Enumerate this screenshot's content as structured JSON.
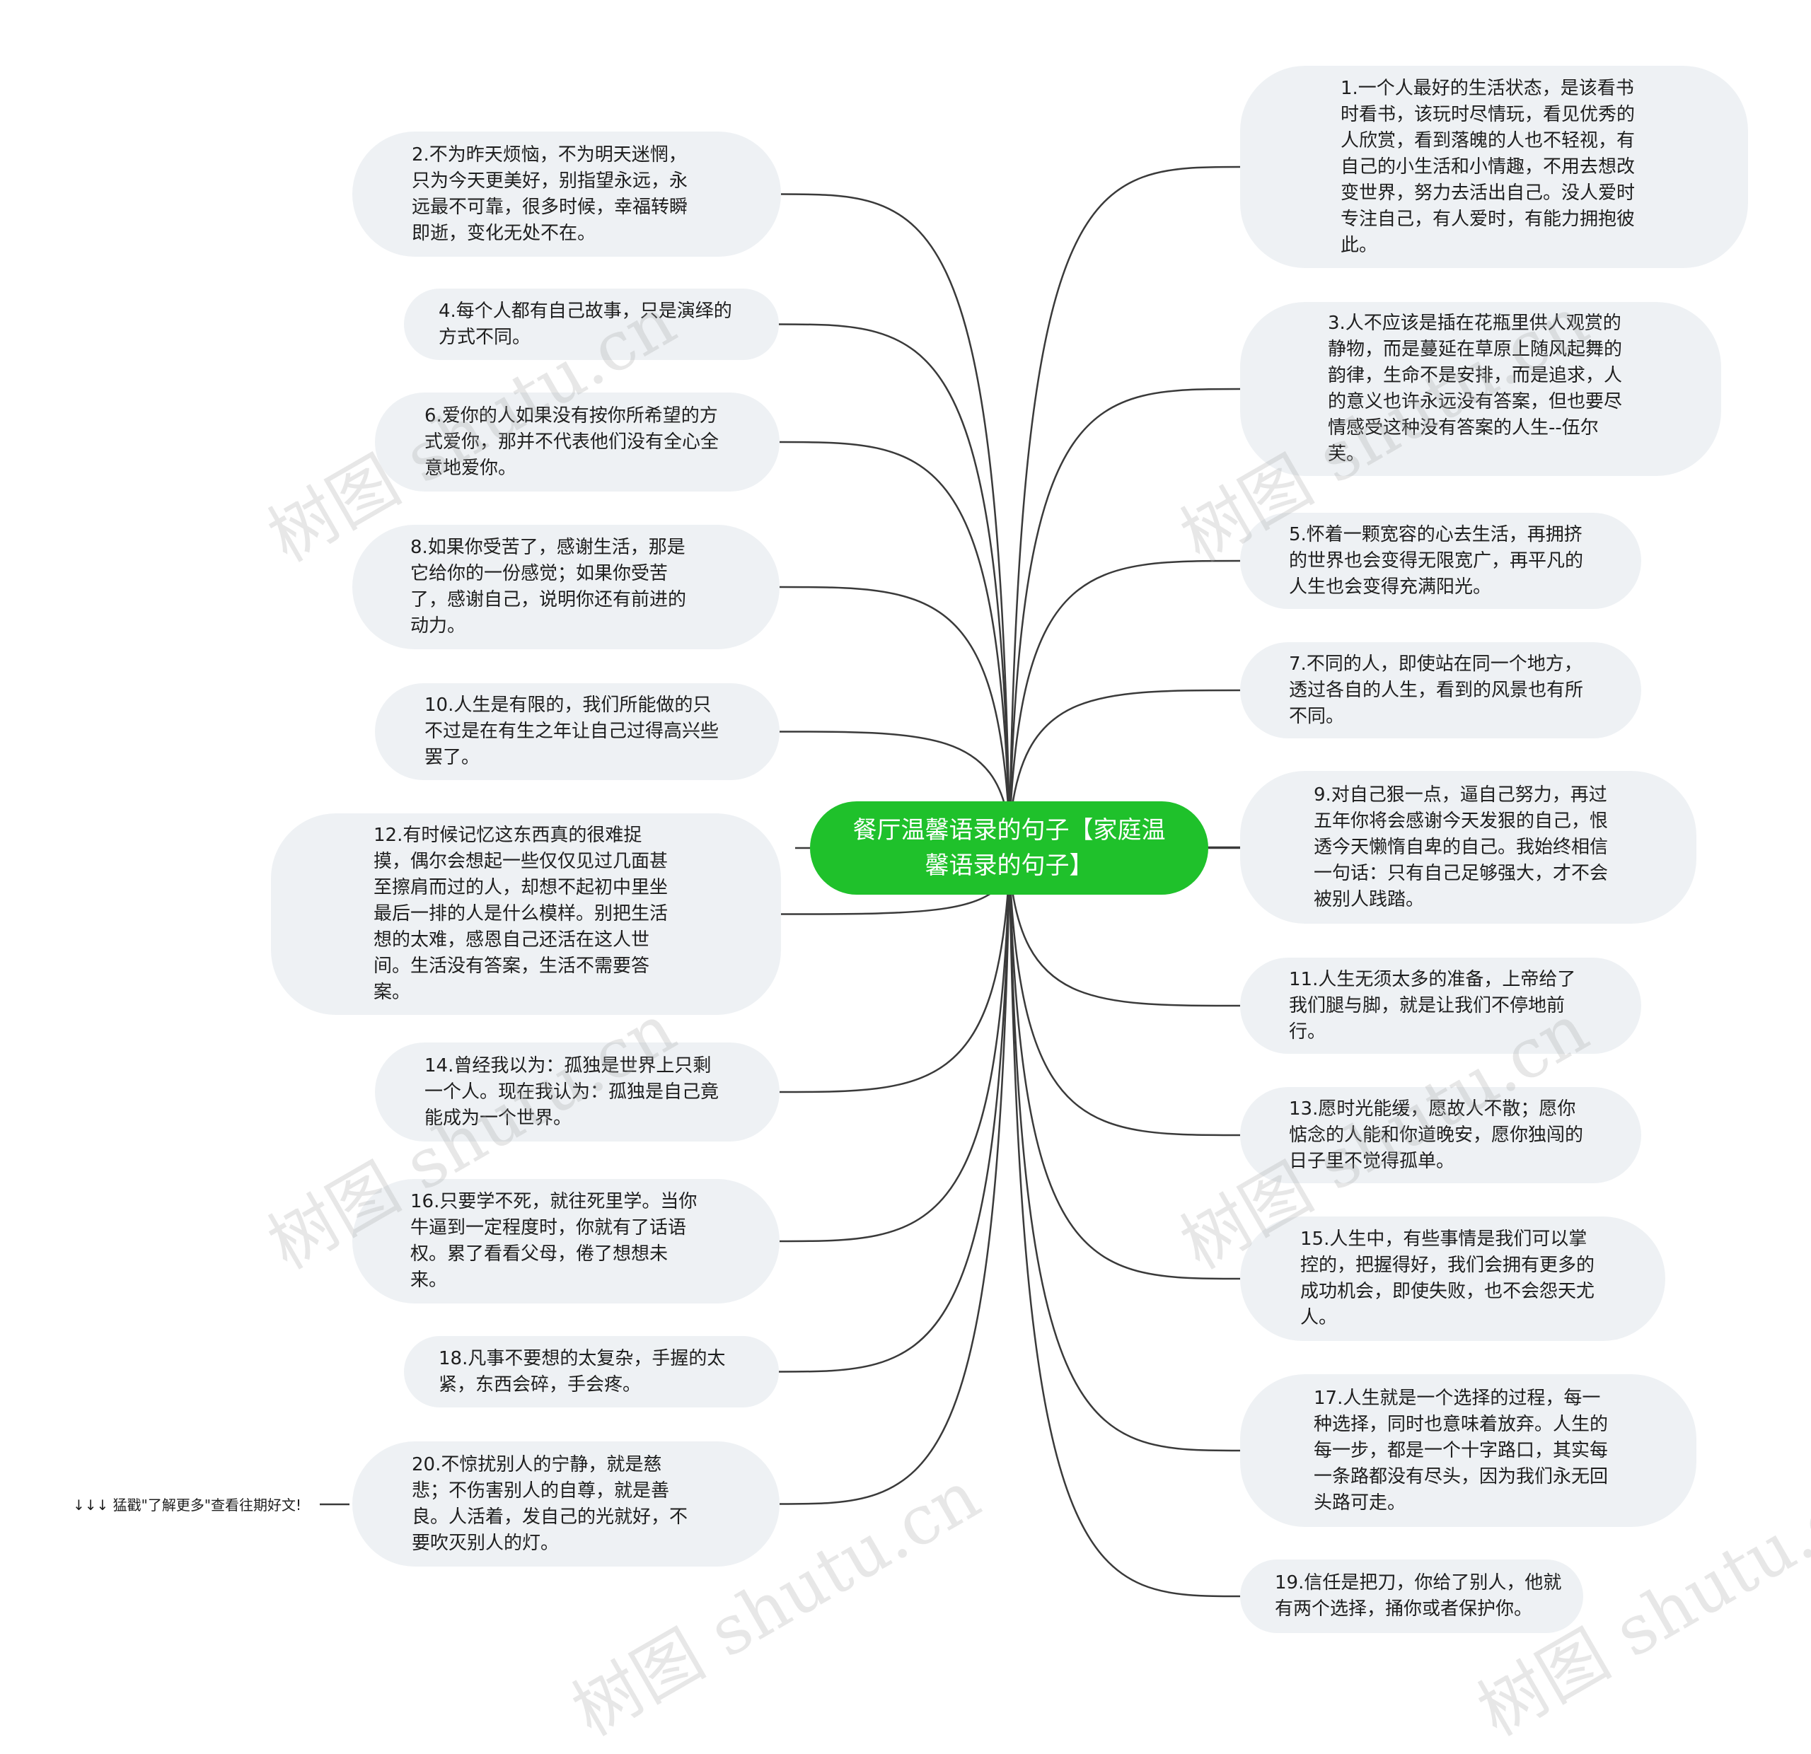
{
  "root": {
    "label": "餐厅温馨语录的句子【家庭温馨语录的句子】",
    "color": "#1fc12b"
  },
  "line_color": "#3a3a3a",
  "node_color": "#eef1f4",
  "left_nodes": [
    {
      "id": "2",
      "text": "2.不为昨天烦恼，不为明天迷惘，只为今天更美好，别指望永远，永远最不可靠，很多时候，幸福转瞬即逝，变化无处不在。"
    },
    {
      "id": "4",
      "text": "4.每个人都有自己故事，只是演绎的方式不同。"
    },
    {
      "id": "6",
      "text": "6.爱你的人如果没有按你所希望的方式爱你，那并不代表他们没有全心全意地爱你。"
    },
    {
      "id": "8",
      "text": "8.如果你受苦了，感谢生活，那是它给你的一份感觉；如果你受苦了，感谢自己，说明你还有前进的动力。"
    },
    {
      "id": "10",
      "text": "10.人生是有限的，我们所能做的只不过是在有生之年让自己过得高兴些罢了。"
    },
    {
      "id": "12",
      "text": "12.有时候记忆这东西真的很难捉摸，偶尔会想起一些仅仅见过几面甚至擦肩而过的人，却想不起初中里坐最后一排的人是什么模样。别把生活想的太难，感恩自己还活在这人世间。生活没有答案，生活不需要答案。"
    },
    {
      "id": "14",
      "text": "14.曾经我以为：孤独是世界上只剩一个人。现在我认为：孤独是自己竟能成为一个世界。"
    },
    {
      "id": "16",
      "text": "16.只要学不死，就往死里学。当你牛逼到一定程度时，你就有了话语权。累了看看父母，倦了想想未来。"
    },
    {
      "id": "18",
      "text": "18.凡事不要想的太复杂，手握的太紧，东西会碎，手会疼。"
    },
    {
      "id": "20",
      "text": "20.不惊扰别人的宁静，就是慈悲；不伤害别人的自尊，就是善良。人活着，发自己的光就好，不要吹灭别人的灯。"
    }
  ],
  "right_nodes": [
    {
      "id": "1",
      "text": "1.一个人最好的生活状态，是该看书时看书，该玩时尽情玩，看见优秀的人欣赏，看到落魄的人也不轻视，有自己的小生活和小情趣，不用去想改变世界，努力去活出自己。没人爱时专注自己，有人爱时，有能力拥抱彼此。"
    },
    {
      "id": "3",
      "text": "3.人不应该是插在花瓶里供人观赏的静物，而是蔓延在草原上随风起舞的韵律，生命不是安排，而是追求，人的意义也许永远没有答案，但也要尽情感受这种没有答案的人生--伍尔芙。"
    },
    {
      "id": "5",
      "text": "5.怀着一颗宽容的心去生活，再拥挤的世界也会变得无限宽广，再平凡的人生也会变得充满阳光。"
    },
    {
      "id": "7",
      "text": "7.不同的人，即使站在同一个地方，透过各自的人生，看到的风景也有所不同。"
    },
    {
      "id": "9",
      "text": "9.对自己狠一点，逼自己努力，再过五年你将会感谢今天发狠的自己，恨透今天懒惰自卑的自己。我始终相信一句话：只有自己足够强大，才不会被别人践踏。"
    },
    {
      "id": "11",
      "text": "11.人生无须太多的准备，上帝给了我们腿与脚，就是让我们不停地前行。"
    },
    {
      "id": "13",
      "text": "13.愿时光能缓，愿故人不散；愿你惦念的人能和你道晚安，愿你独闯的日子里不觉得孤单。"
    },
    {
      "id": "15",
      "text": "15.人生中，有些事情是我们可以掌控的，把握得好，我们会拥有更多的成功机会，即使失败，也不会怨天尤人。"
    },
    {
      "id": "17",
      "text": "17.人生就是一个选择的过程，每一种选择，同时也意味着放弃。人生的每一步，都是一个十字路口，其实每一条路都没有尽头，因为我们永无回头路可走。"
    },
    {
      "id": "19",
      "text": "19.信任是把刀，你给了别人，他就有两个选择，捅你或者保护你。"
    }
  ],
  "note": {
    "text": "↓↓↓ 猛戳\"了解更多\"查看往期好文!"
  },
  "watermark": {
    "text": "树图 shutu.cn"
  }
}
